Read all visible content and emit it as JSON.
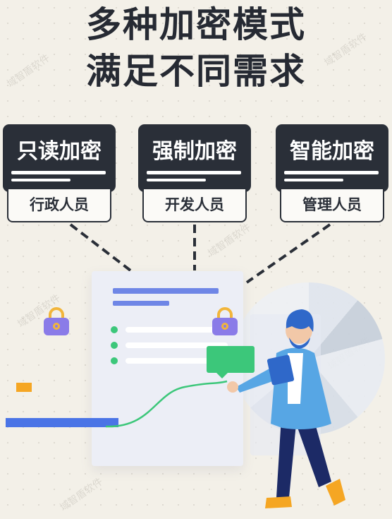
{
  "title_line1": "多种加密模式",
  "title_line2": "满足不同需求",
  "modes": [
    {
      "label": "只读加密",
      "role": "行政人员"
    },
    {
      "label": "强制加密",
      "role": "开发人员"
    },
    {
      "label": "智能加密",
      "role": "管理人员"
    }
  ],
  "watermark": "域智盾软件",
  "icons": [
    "lock-icon",
    "person-with-clipboard-illustration",
    "pie-chart-graphic"
  ],
  "colors": {
    "dark": "#2a2f38",
    "lock_purple": "#8a7be8",
    "lock_gold": "#f2b53a",
    "blue": "#4a74e6",
    "green": "#3cc77a",
    "orange": "#f5a623"
  }
}
